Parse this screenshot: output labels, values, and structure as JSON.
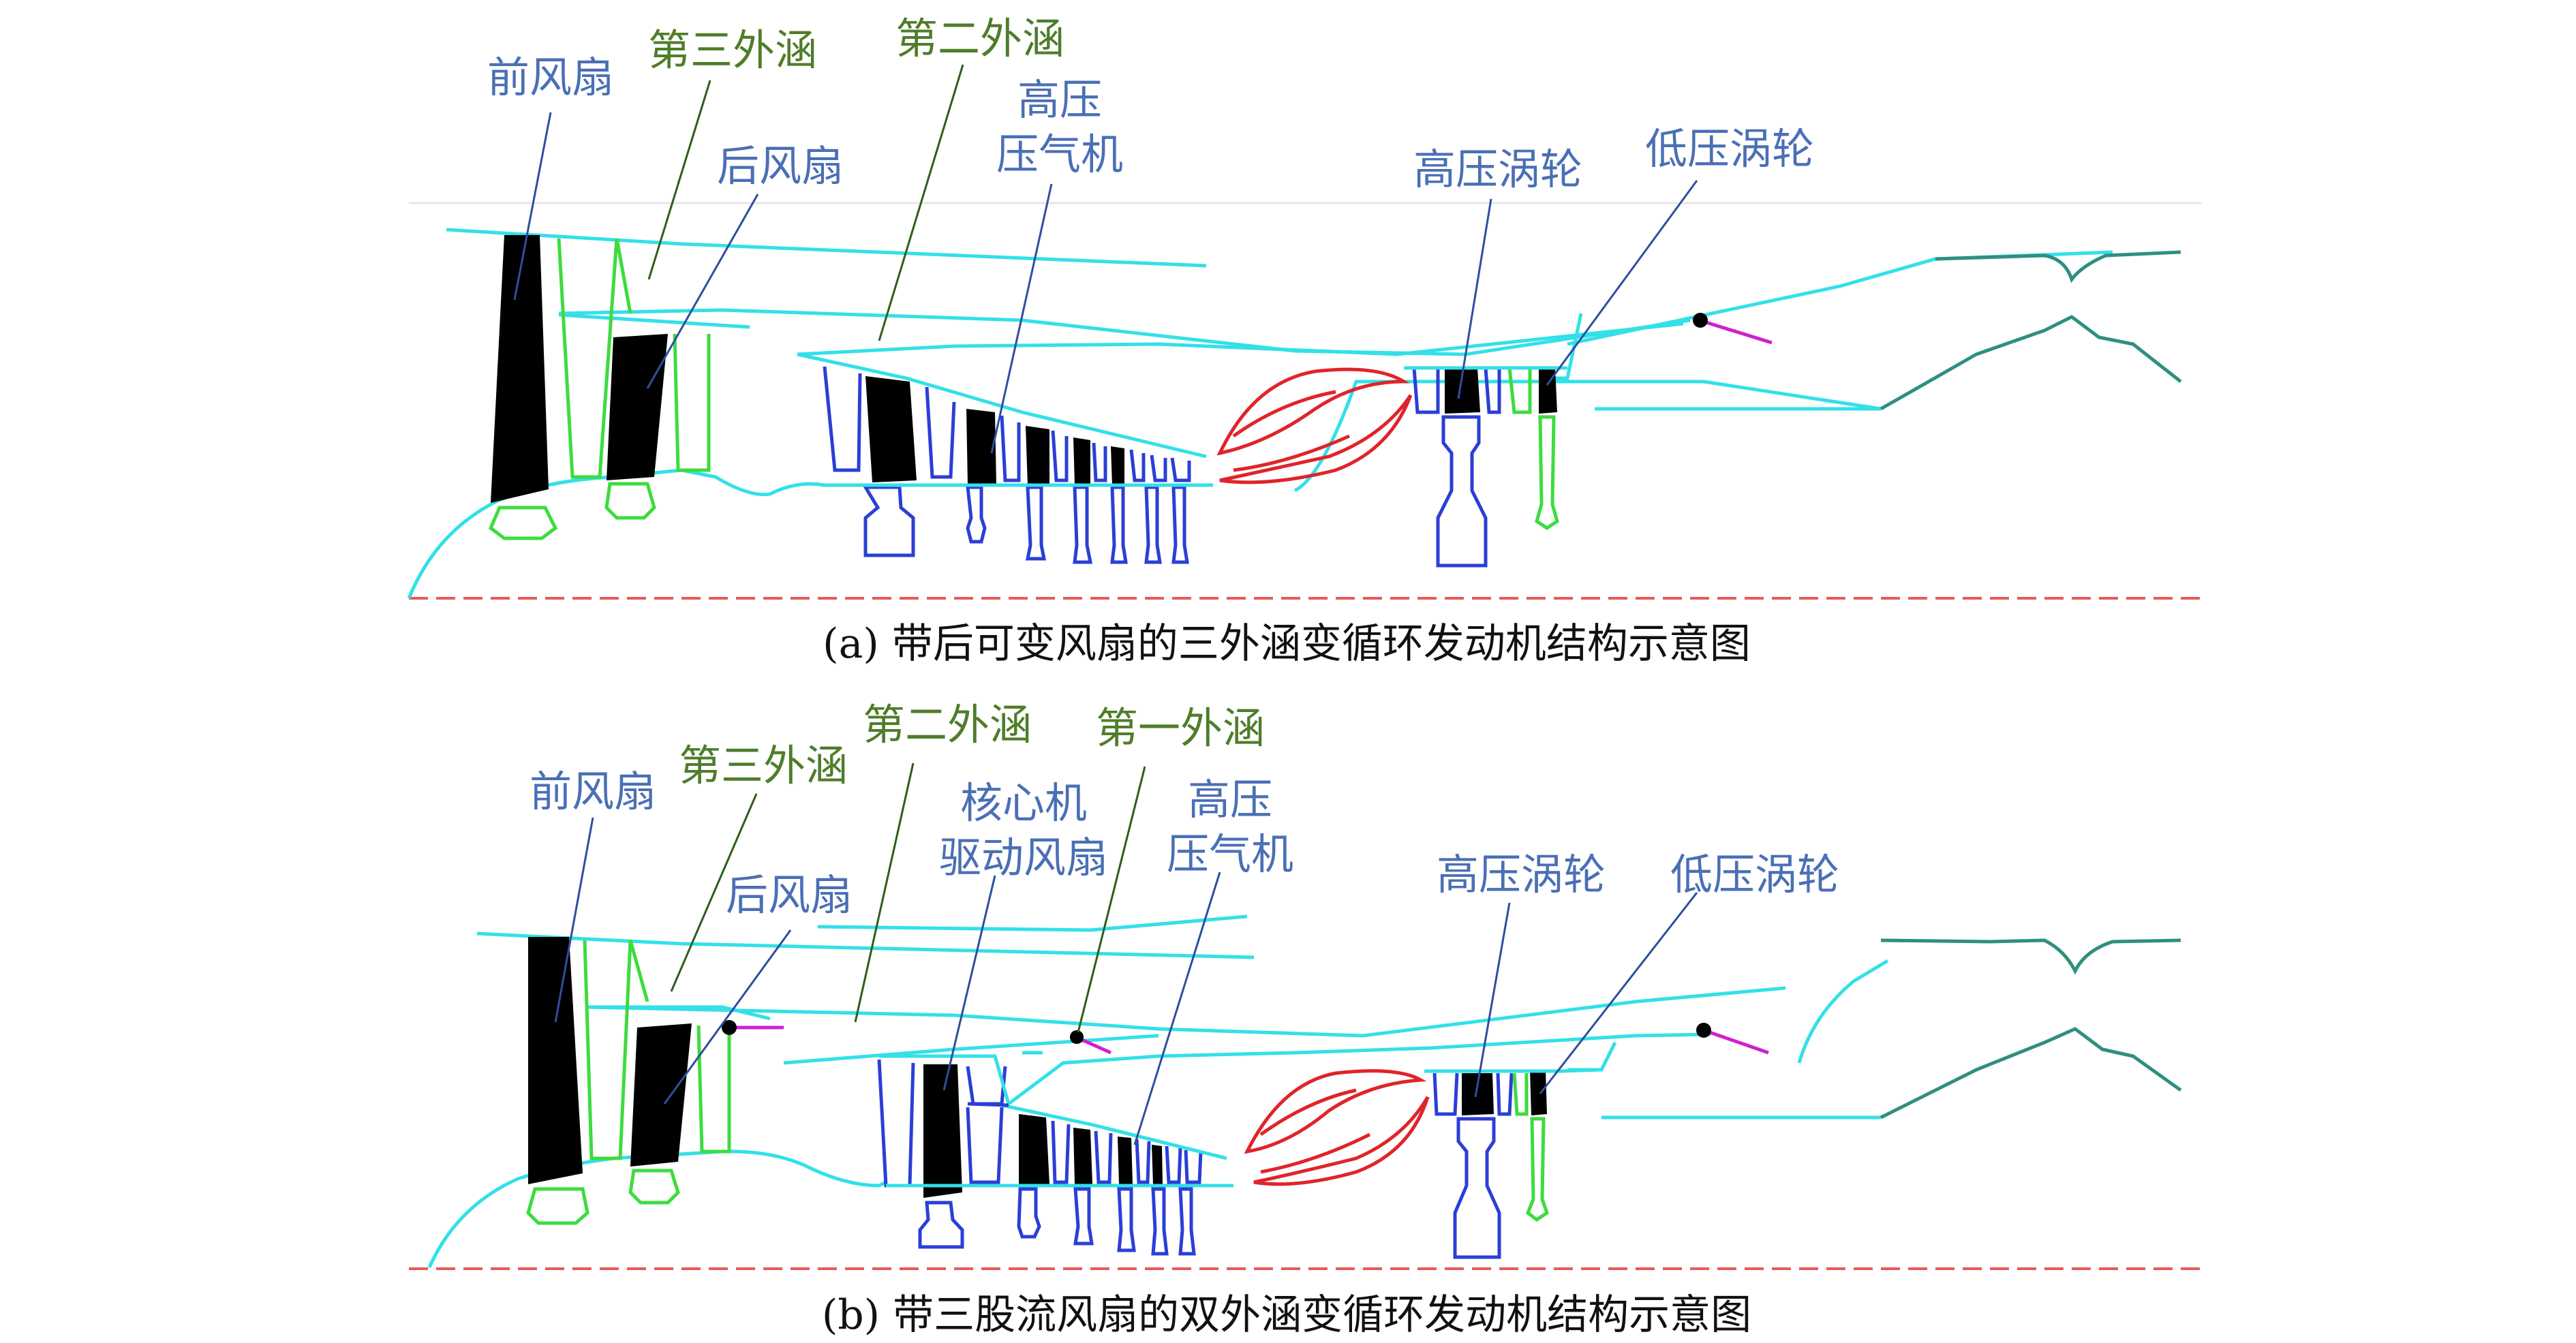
{
  "colors": {
    "blue_label": "#4a6fb5",
    "green_label": "#4f7d2a",
    "casing": "#33e0e8",
    "compressor": "#2b3fd6",
    "fan": "#3ddc3d",
    "burner": "#e0242a",
    "nozzle": "#2e8f80",
    "valve": "#d020d0",
    "centerline": "#e85a5a",
    "blade": "#000000"
  },
  "diagram_a": {
    "caption": "(a) 带后可变风扇的三外涵变循环发动机结构示意图",
    "labels": {
      "front_fan": "前风扇",
      "third_bypass": "第三外涵",
      "rear_fan": "后风扇",
      "second_bypass": "第二外涵",
      "hpc_line1": "高压",
      "hpc_line2": "压气机",
      "hpt": "高压涡轮",
      "lpt": "低压涡轮"
    }
  },
  "diagram_b": {
    "caption": "(b) 带三股流风扇的双外涵变循环发动机结构示意图",
    "labels": {
      "front_fan": "前风扇",
      "third_bypass": "第三外涵",
      "rear_fan": "后风扇",
      "second_bypass": "第二外涵",
      "core_fan_line1": "核心机",
      "core_fan_line2": "驱动风扇",
      "first_bypass": "第一外涵",
      "hpc_line1": "高压",
      "hpc_line2": "压气机",
      "hpt": "高压涡轮",
      "lpt": "低压涡轮"
    }
  }
}
